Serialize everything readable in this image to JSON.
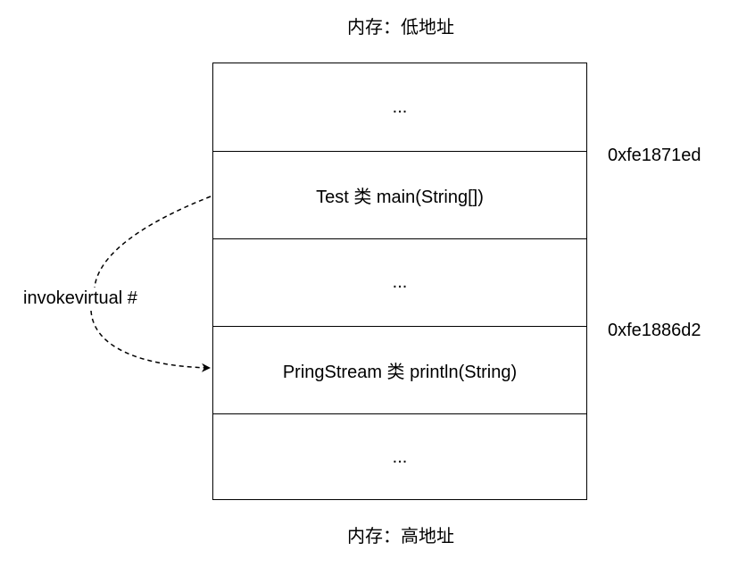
{
  "top_label": "内存：低地址",
  "bottom_label": "内存：高地址",
  "cells": [
    {
      "text": "..."
    },
    {
      "text": "Test 类 main(String[])"
    },
    {
      "text": "..."
    },
    {
      "text": "PringStream 类 println(String)"
    },
    {
      "text": "..."
    }
  ],
  "addresses": [
    "0xfe1871ed",
    "0xfe1886d2"
  ],
  "call_label": "invokevirtual #"
}
